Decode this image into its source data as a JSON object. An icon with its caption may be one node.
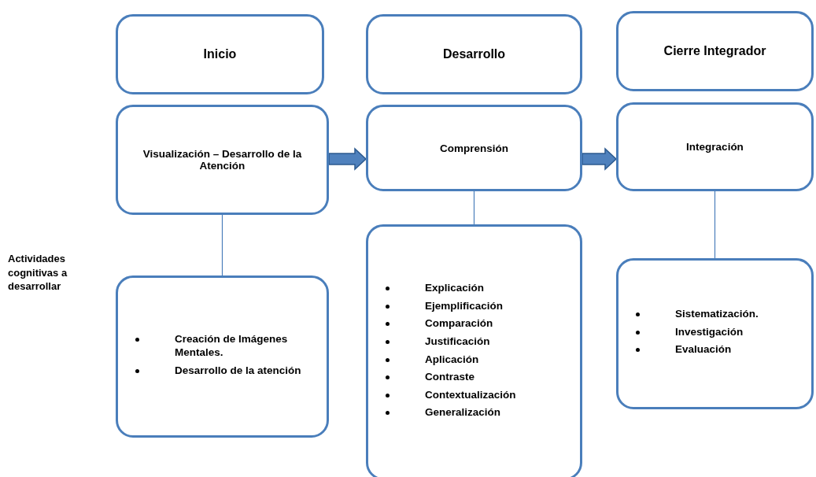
{
  "diagram": {
    "nodes": [
      {
        "text": [
          "Inicio"
        ]
      },
      {
        "text": [
          "Desarrollo"
        ]
      },
      {
        "text": [
          "Cierre Integrador"
        ]
      },
      {
        "text": [
          "Visualización – Desarrollo de la Atención"
        ]
      },
      {
        "text": [
          "Comprensión"
        ]
      },
      {
        "text": [
          "Integración"
        ]
      },
      {
        "text": [
          "Creación de Imágenes Mentales.",
          "Desarrollo de la atención"
        ]
      },
      {
        "text": [
          "Explicación",
          "Ejemplificación",
          "Comparación",
          "Justificación",
          "Aplicación",
          "Contraste",
          "Contextualización",
          "Generalización"
        ]
      },
      {
        "text": [
          "Sistematización.",
          "Investigación",
          "Evaluación"
        ]
      }
    ],
    "edges": [
      {
        "from": 3,
        "to": 4,
        "arrow": "to",
        "style": "thick"
      },
      {
        "from": 4,
        "to": 5,
        "arrow": "to",
        "style": "thick"
      },
      {
        "from": 3,
        "to": 6,
        "arrow": "none"
      },
      {
        "from": 4,
        "to": 7,
        "arrow": "none"
      },
      {
        "from": 5,
        "to": 8,
        "arrow": "none"
      }
    ],
    "labels": [
      "Actividades cognitivas a desarrollar"
    ]
  }
}
